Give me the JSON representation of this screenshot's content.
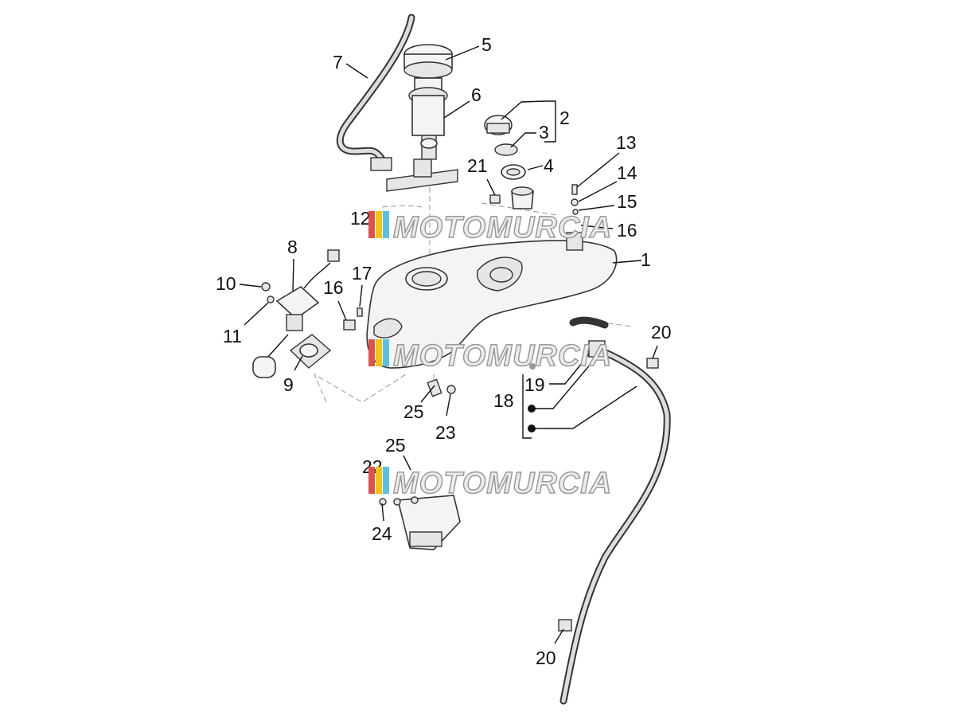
{
  "watermark": {
    "text": "MOTOMURCIA",
    "stripe_colors": [
      "#d9534f",
      "#f0c419",
      "#5bc0de"
    ]
  },
  "callouts": [
    "1",
    "2",
    "3",
    "4",
    "5",
    "6",
    "7",
    "8",
    "9",
    "10",
    "11",
    "12",
    "13",
    "14",
    "15",
    "16",
    "16",
    "17",
    "18",
    "19",
    "20",
    "20",
    "21",
    "22",
    "23",
    "24",
    "25",
    "25"
  ]
}
